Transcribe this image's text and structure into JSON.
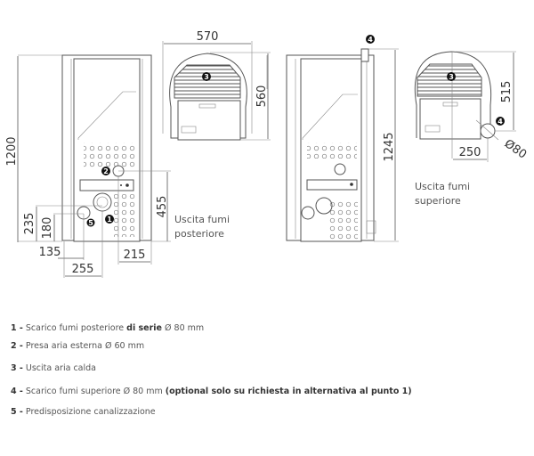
{
  "diagram": {
    "left_view": {
      "height_label": "1200",
      "dims": {
        "d455": "455",
        "d235": "235",
        "d180": "180",
        "d135": "135",
        "d255": "255",
        "d215": "215"
      },
      "caption_line1": "Uscita fumi",
      "caption_line2": "posteriore",
      "badges": [
        "1",
        "2",
        "5"
      ]
    },
    "left_top_view": {
      "width_label": "570",
      "depth_label": "560",
      "badge": "3"
    },
    "right_view": {
      "height_label": "1245",
      "badge": "4"
    },
    "right_top_view": {
      "depth_label": "515",
      "offset_label": "250",
      "diameter_label": "Ø80",
      "badges": [
        "3",
        "4"
      ],
      "caption_line1": "Uscita fumi",
      "caption_line2": "superiore"
    }
  },
  "legend": [
    {
      "num": "1 -",
      "text": "Scarico fumi posteriore ",
      "bold": "di serie",
      "suffix": " Ø 80 mm"
    },
    {
      "num": "2 -",
      "text": "Presa aria esterna Ø 60 mm",
      "bold": "",
      "suffix": ""
    },
    {
      "num": "3 -",
      "text": "Uscita aria calda",
      "bold": "",
      "suffix": ""
    },
    {
      "num": "4 -",
      "text": "Scarico fumi superiore Ø 80 mm ",
      "bold": "(optional solo su richiesta in alternativa al punto 1)",
      "suffix": ""
    },
    {
      "num": "5 -",
      "text": "Predisposizione canalizzazione",
      "bold": "",
      "suffix": ""
    }
  ]
}
